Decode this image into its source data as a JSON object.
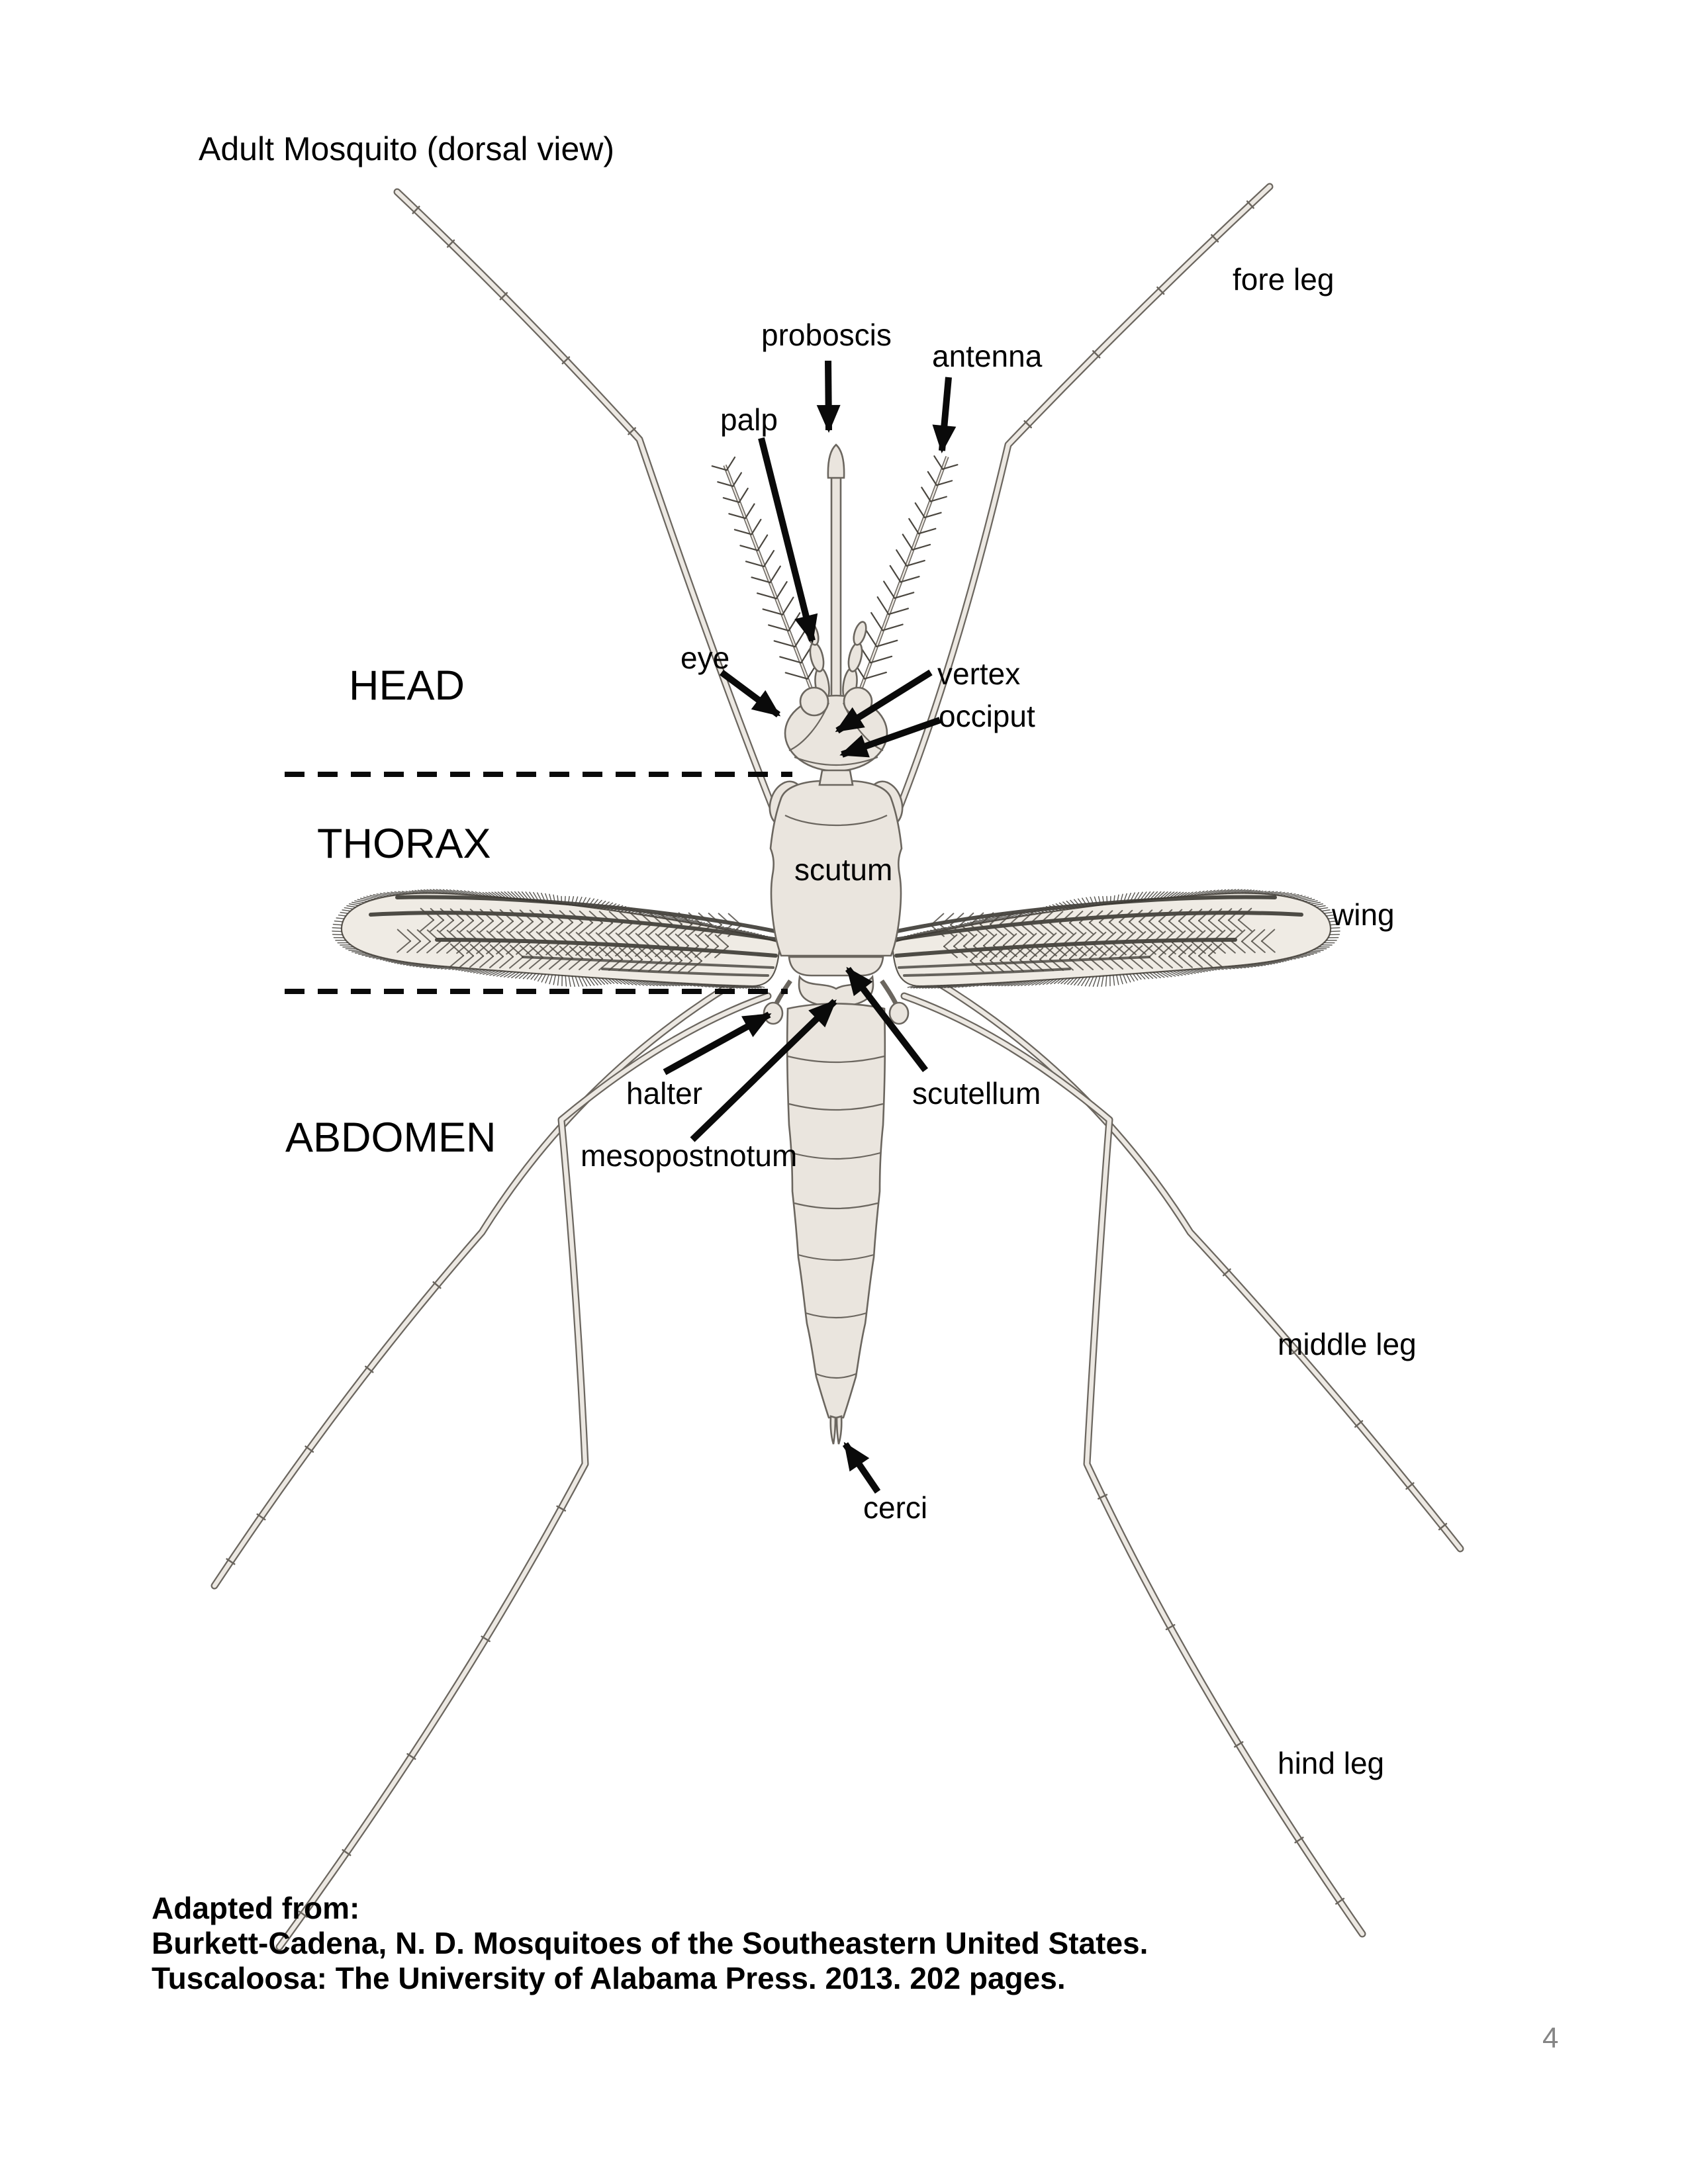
{
  "page": {
    "title": "Adult Mosquito (dorsal view)",
    "page_number": "4"
  },
  "sections": {
    "head": "HEAD",
    "thorax": "THORAX",
    "abdomen": "ABDOMEN"
  },
  "parts": {
    "proboscis": "proboscis",
    "antenna": "antenna",
    "palp": "palp",
    "fore_leg": "fore leg",
    "eye": "eye",
    "vertex": "vertex",
    "occiput": "occiput",
    "scutum": "scutum",
    "wing": "wing",
    "halter": "halter",
    "scutellum": "scutellum",
    "mesopostnotum": "mesopostnotum",
    "middle_leg": "middle leg",
    "cerci": "cerci",
    "hind_leg": "hind leg"
  },
  "citation": {
    "line1": "Adapted from:",
    "line2": "Burkett-Cadena, N. D. Mosquitoes of the Southeastern United States.",
    "line3": "Tuscaloosa: The University of Alabama Press. 2013. 202 pages."
  },
  "colors": {
    "background": "#ffffff",
    "body_fill": "#eae5de",
    "outline": "#6b665f",
    "annotation": "#0a0a0a",
    "page_number": "#858585"
  }
}
